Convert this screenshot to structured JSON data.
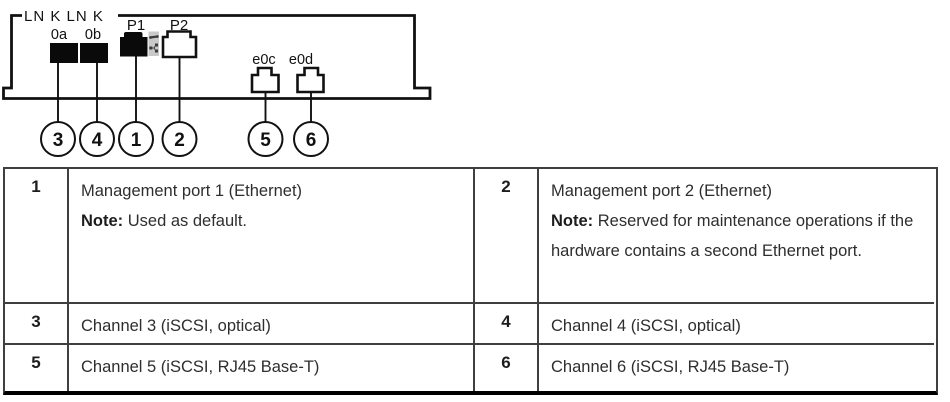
{
  "diagram": {
    "labels": {
      "lnk": "LN K LN K",
      "port_0a": "0a",
      "port_0b": "0b",
      "p1": "P1",
      "p2": "P2",
      "e0c": "e0c",
      "e0d": "e0d"
    },
    "callouts": [
      "3",
      "4",
      "1",
      "2",
      "5",
      "6"
    ],
    "icons": [
      "wrench-icon",
      "network-icon"
    ],
    "colors": {
      "line": "#111111",
      "port_fill": "#0a0a0a",
      "badge_fill": "#c9c9c9"
    }
  },
  "table": {
    "entries": [
      {
        "num": "1",
        "title": "Management port 1 (Ethernet)",
        "note_label": "Note:",
        "note_text": " Used as default."
      },
      {
        "num": "2",
        "title": "Management port 2 (Ethernet)",
        "note_label": "Note:",
        "note_text": " Reserved for maintenance operations if the hardware contains a second Ethernet port."
      },
      {
        "num": "3",
        "text": "Channel 3 (iSCSI, optical)"
      },
      {
        "num": "4",
        "text": "Channel 4 (iSCSI, optical)"
      },
      {
        "num": "5",
        "text": "Channel 5 (iSCSI, RJ45 Base-T)"
      },
      {
        "num": "6",
        "text": "Channel 6 (iSCSI, RJ45 Base-T)"
      }
    ]
  }
}
